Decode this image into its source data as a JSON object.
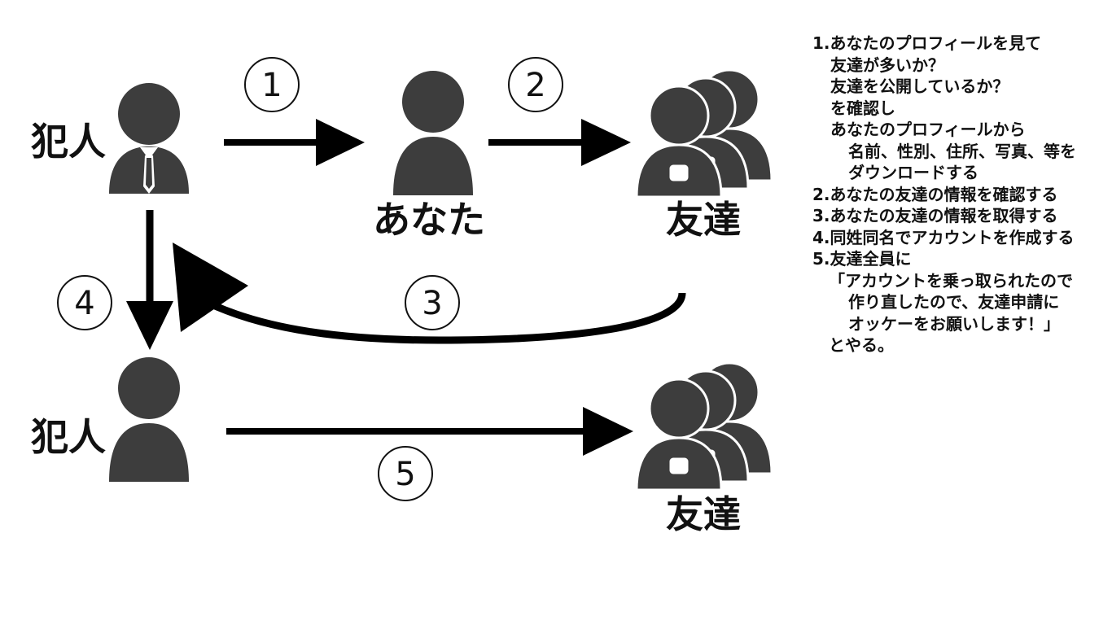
{
  "labels": {
    "criminal_top": "犯人",
    "you": "あなた",
    "friends_top": "友達",
    "criminal_bottom": "犯人",
    "friends_bottom": "友達"
  },
  "step_markers": [
    "①",
    "②",
    "③",
    "④",
    "⑤"
  ],
  "steps_text": [
    "1.あなたのプロフィールを見て",
    "友達が多いか？",
    "友達を公開しているか？",
    "を確認し",
    "あなたのプロフィールから",
    "名前、性別、住所、写真、等を",
    "ダウンロードする",
    "2.あなたの友達の情報を確認する",
    "3.あなたの友達の情報を取得する",
    "4.同姓同名でアカウントを作成する",
    "5.友達全員に",
    "「アカウントを乗っ取られたので",
    "作り直したので、友達申請に",
    "オッケーをお願いします！」",
    "とやる。"
  ],
  "colors": {
    "figure": "#3d3d3d",
    "ink": "#111111",
    "background": "#ffffff"
  },
  "icons": {
    "criminal": "person-with-tie-icon",
    "person": "person-icon",
    "group": "person-group-icon"
  }
}
